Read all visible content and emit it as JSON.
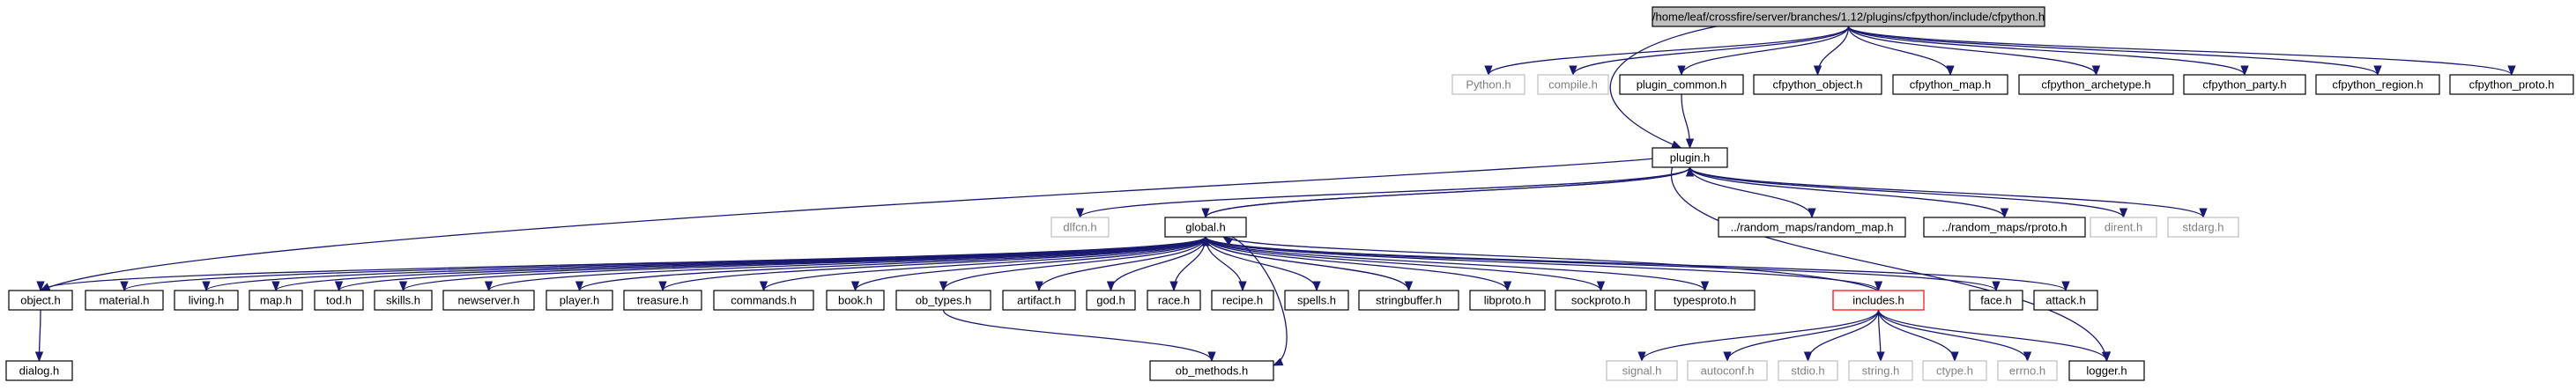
{
  "nodes": [
    {
      "id": "cfpython",
      "label": "/home/leaf/crossfire/server/branches/1.12/plugins/cfpython/include/cfpython.h",
      "style": "root"
    },
    {
      "id": "python",
      "label": "Python.h",
      "style": "grey"
    },
    {
      "id": "compile",
      "label": "compile.h",
      "style": "grey"
    },
    {
      "id": "plugin_common",
      "label": "plugin_common.h",
      "style": "normal"
    },
    {
      "id": "cfpython_object",
      "label": "cfpython_object.h",
      "style": "normal"
    },
    {
      "id": "cfpython_map",
      "label": "cfpython_map.h",
      "style": "normal"
    },
    {
      "id": "cfpython_archetype",
      "label": "cfpython_archetype.h",
      "style": "normal"
    },
    {
      "id": "cfpython_party",
      "label": "cfpython_party.h",
      "style": "normal"
    },
    {
      "id": "cfpython_region",
      "label": "cfpython_region.h",
      "style": "normal"
    },
    {
      "id": "cfpython_proto",
      "label": "cfpython_proto.h",
      "style": "normal"
    },
    {
      "id": "plugin",
      "label": "plugin.h",
      "style": "normal"
    },
    {
      "id": "dlfcn",
      "label": "dlfcn.h",
      "style": "grey"
    },
    {
      "id": "global",
      "label": "global.h",
      "style": "normal"
    },
    {
      "id": "random_map",
      "label": "../random_maps/random_map.h",
      "style": "normal"
    },
    {
      "id": "rproto",
      "label": "../random_maps/rproto.h",
      "style": "normal"
    },
    {
      "id": "dirent",
      "label": "dirent.h",
      "style": "grey"
    },
    {
      "id": "stdarg",
      "label": "stdarg.h",
      "style": "grey"
    },
    {
      "id": "object",
      "label": "object.h",
      "style": "normal"
    },
    {
      "id": "material",
      "label": "material.h",
      "style": "normal"
    },
    {
      "id": "living",
      "label": "living.h",
      "style": "normal"
    },
    {
      "id": "map",
      "label": "map.h",
      "style": "normal"
    },
    {
      "id": "tod",
      "label": "tod.h",
      "style": "normal"
    },
    {
      "id": "skills",
      "label": "skills.h",
      "style": "normal"
    },
    {
      "id": "newserver",
      "label": "newserver.h",
      "style": "normal"
    },
    {
      "id": "player",
      "label": "player.h",
      "style": "normal"
    },
    {
      "id": "treasure",
      "label": "treasure.h",
      "style": "normal"
    },
    {
      "id": "commands",
      "label": "commands.h",
      "style": "normal"
    },
    {
      "id": "book",
      "label": "book.h",
      "style": "normal"
    },
    {
      "id": "ob_types",
      "label": "ob_types.h",
      "style": "normal"
    },
    {
      "id": "artifact",
      "label": "artifact.h",
      "style": "normal"
    },
    {
      "id": "god",
      "label": "god.h",
      "style": "normal"
    },
    {
      "id": "race",
      "label": "race.h",
      "style": "normal"
    },
    {
      "id": "recipe",
      "label": "recipe.h",
      "style": "normal"
    },
    {
      "id": "spells",
      "label": "spells.h",
      "style": "normal"
    },
    {
      "id": "stringbuffer",
      "label": "stringbuffer.h",
      "style": "normal"
    },
    {
      "id": "libproto",
      "label": "libproto.h",
      "style": "normal"
    },
    {
      "id": "sockproto",
      "label": "sockproto.h",
      "style": "normal"
    },
    {
      "id": "typesproto",
      "label": "typesproto.h",
      "style": "normal"
    },
    {
      "id": "includes",
      "label": "includes.h",
      "style": "red"
    },
    {
      "id": "face",
      "label": "face.h",
      "style": "normal"
    },
    {
      "id": "attack",
      "label": "attack.h",
      "style": "normal"
    },
    {
      "id": "dialog",
      "label": "dialog.h",
      "style": "normal"
    },
    {
      "id": "ob_methods",
      "label": "ob_methods.h",
      "style": "normal"
    },
    {
      "id": "signal",
      "label": "signal.h",
      "style": "grey"
    },
    {
      "id": "autoconf",
      "label": "autoconf.h",
      "style": "grey"
    },
    {
      "id": "stdio",
      "label": "stdio.h",
      "style": "grey"
    },
    {
      "id": "string",
      "label": "string.h",
      "style": "grey"
    },
    {
      "id": "ctype",
      "label": "ctype.h",
      "style": "grey"
    },
    {
      "id": "errno",
      "label": "errno.h",
      "style": "grey"
    },
    {
      "id": "logger",
      "label": "logger.h",
      "style": "normal"
    }
  ],
  "edges": [
    [
      "cfpython",
      "python"
    ],
    [
      "cfpython",
      "compile"
    ],
    [
      "cfpython",
      "plugin_common"
    ],
    [
      "cfpython",
      "cfpython_object"
    ],
    [
      "cfpython",
      "cfpython_map"
    ],
    [
      "cfpython",
      "cfpython_archetype"
    ],
    [
      "cfpython",
      "cfpython_party"
    ],
    [
      "cfpython",
      "cfpython_region"
    ],
    [
      "cfpython",
      "cfpython_proto"
    ],
    [
      "cfpython",
      "plugin"
    ],
    [
      "plugin_common",
      "plugin"
    ],
    [
      "plugin",
      "dlfcn"
    ],
    [
      "plugin",
      "global"
    ],
    [
      "plugin",
      "random_map"
    ],
    [
      "plugin",
      "rproto"
    ],
    [
      "plugin",
      "dirent"
    ],
    [
      "plugin",
      "stdarg"
    ],
    [
      "plugin",
      "object"
    ],
    [
      "plugin",
      "logger"
    ],
    [
      "global",
      "plugin"
    ],
    [
      "global",
      "object"
    ],
    [
      "global",
      "material"
    ],
    [
      "global",
      "living"
    ],
    [
      "global",
      "map"
    ],
    [
      "global",
      "tod"
    ],
    [
      "global",
      "skills"
    ],
    [
      "global",
      "newserver"
    ],
    [
      "global",
      "player"
    ],
    [
      "global",
      "treasure"
    ],
    [
      "global",
      "commands"
    ],
    [
      "global",
      "book"
    ],
    [
      "global",
      "ob_types"
    ],
    [
      "global",
      "artifact"
    ],
    [
      "global",
      "god"
    ],
    [
      "global",
      "race"
    ],
    [
      "global",
      "recipe"
    ],
    [
      "global",
      "spells"
    ],
    [
      "global",
      "stringbuffer"
    ],
    [
      "global",
      "libproto"
    ],
    [
      "global",
      "sockproto"
    ],
    [
      "global",
      "typesproto"
    ],
    [
      "global",
      "includes"
    ],
    [
      "global",
      "face"
    ],
    [
      "global",
      "attack"
    ],
    [
      "global",
      "ob_methods"
    ],
    [
      "stringbuffer",
      "global"
    ],
    [
      "object",
      "dialog"
    ],
    [
      "ob_types",
      "ob_methods"
    ],
    [
      "includes",
      "signal"
    ],
    [
      "includes",
      "autoconf"
    ],
    [
      "includes",
      "stdio"
    ],
    [
      "includes",
      "string"
    ],
    [
      "includes",
      "ctype"
    ],
    [
      "includes",
      "errno"
    ],
    [
      "includes",
      "logger"
    ],
    [
      "includes",
      "global"
    ]
  ]
}
